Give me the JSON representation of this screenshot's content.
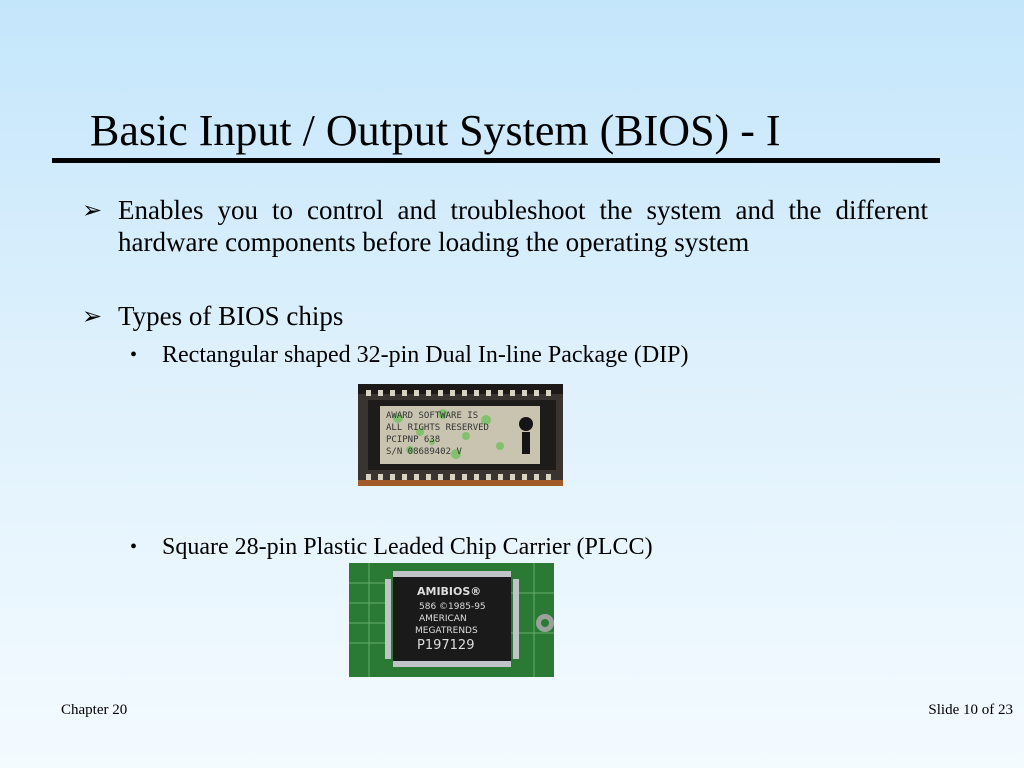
{
  "slide": {
    "title": "Basic Input / Output System (BIOS) - I",
    "bullets": [
      {
        "text": "Enables you to control and troubleshoot the system and the different hardware components before loading the operating system"
      },
      {
        "text": "Types of BIOS chips"
      }
    ],
    "sub_bullets": [
      {
        "text": "Rectangular shaped 32-pin Dual In-line Package (DIP)"
      },
      {
        "text": "Square 28-pin Plastic Leaded Chip Carrier (PLCC)"
      }
    ],
    "images": {
      "dip_chip": {
        "label_lines": [
          "AWARD SOFTWARE IS",
          "ALL RIGHTS RESERVED",
          "PCIPNP 638",
          "S/N 08689402 V"
        ]
      },
      "plcc_chip": {
        "label_lines": [
          "AMIBIOS®",
          "586 ©1985-95",
          "AMERICAN",
          "MEGATRENDS",
          "P197129"
        ]
      }
    },
    "footer": {
      "left": "Chapter 20",
      "right": "Slide 10 of 23"
    }
  }
}
